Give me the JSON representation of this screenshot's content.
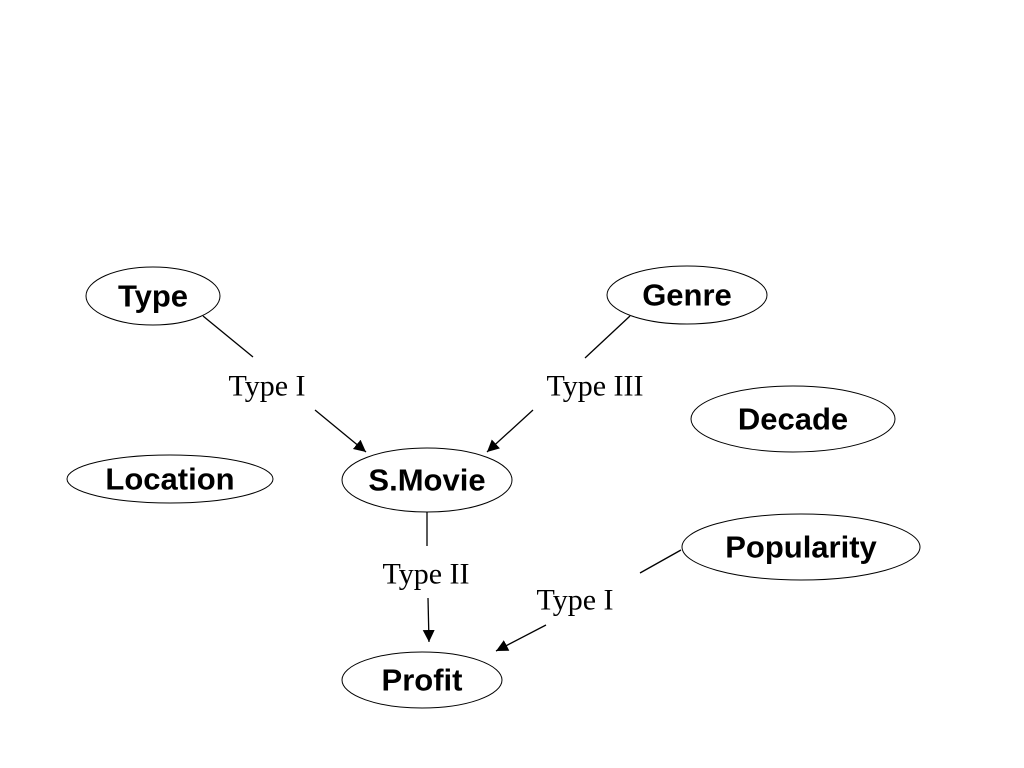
{
  "colors": {
    "background": "#ffffff",
    "stroke": "#000000",
    "text": "#000000"
  },
  "nodes": {
    "type": {
      "label": "Type"
    },
    "genre": {
      "label": "Genre"
    },
    "decade": {
      "label": "Decade"
    },
    "location": {
      "label": "Location"
    },
    "smovie": {
      "label": "S.Movie"
    },
    "popularity": {
      "label": "Popularity"
    },
    "profit": {
      "label": "Profit"
    }
  },
  "edges": [
    {
      "from": "Type",
      "to": "S.Movie",
      "label": "Type I"
    },
    {
      "from": "Genre",
      "to": "S.Movie",
      "label": "Type III"
    },
    {
      "from": "S.Movie",
      "to": "Profit",
      "label": "Type II"
    },
    {
      "from": "Popularity",
      "to": "Profit",
      "label": "Type I"
    }
  ]
}
